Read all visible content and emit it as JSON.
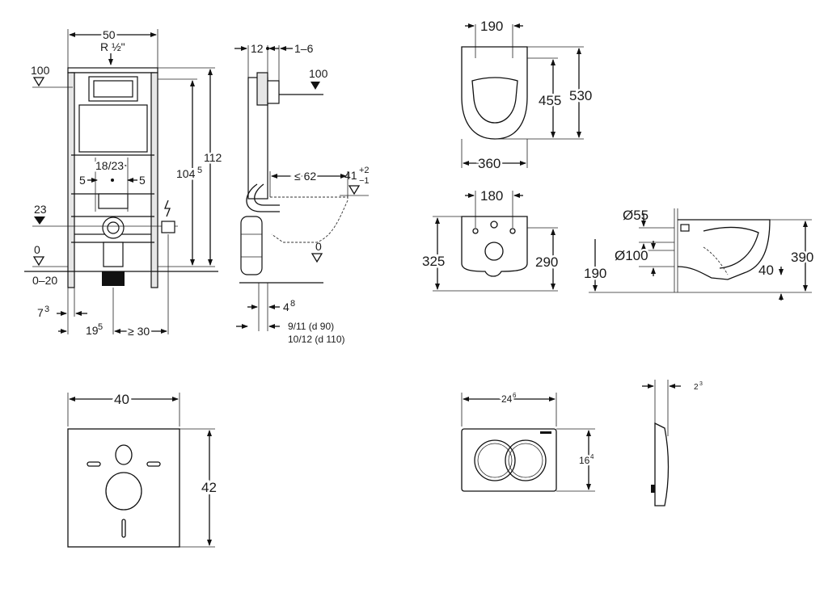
{
  "frame": {
    "width_top": "50",
    "thread": "R ½\"",
    "level_100": "100",
    "height_112": "112",
    "height_104": "104",
    "height_104_sup": "5",
    "spacing_18_23": "18/23",
    "offset_left_5": "5",
    "offset_right_5": "5",
    "level_23": "23",
    "level_0": "0",
    "range_0_20": "0–20",
    "dim_7": "7",
    "dim_7_sup": "3",
    "dim_19": "19",
    "dim_19_sup": "5",
    "dim_ge_30": "≥ 30"
  },
  "side": {
    "dim_12": "12",
    "dim_1_6": "1–6",
    "level_100": "100",
    "dim_le_62": "≤ 62",
    "dim_41": "41",
    "dim_41_tol_plus": "+2",
    "dim_41_tol_minus": "−1",
    "level_0": "0",
    "dim_4": "4",
    "dim_4_sup": "8",
    "pipe_1": "9/11   (d 90)",
    "pipe_2": "10/12 (d 110)"
  },
  "bowl_top": {
    "width_190": "190",
    "depth_455": "455",
    "depth_530": "530",
    "width_360": "360"
  },
  "bowl_front": {
    "width_180": "180",
    "height_325": "325",
    "height_290": "290"
  },
  "bowl_side": {
    "dia_55": "Ø55",
    "dia_100": "Ø100",
    "height_190": "190",
    "height_390": "390",
    "dim_40": "40"
  },
  "insulation_mat": {
    "width": "40",
    "height": "42"
  },
  "flush_plate": {
    "width": "24",
    "width_sup": "6",
    "height": "16",
    "height_sup": "4",
    "depth": "2",
    "depth_sup": "3"
  }
}
